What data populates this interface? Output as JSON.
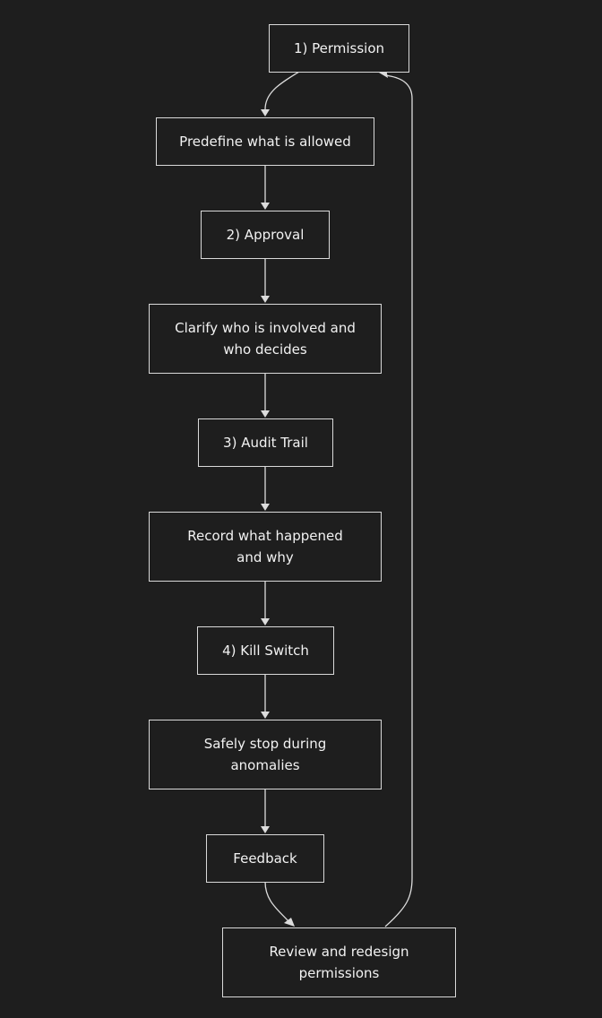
{
  "diagram": {
    "nodes": [
      {
        "id": "n1",
        "label": "1) Permission"
      },
      {
        "id": "n2",
        "label": "Predefine what is allowed"
      },
      {
        "id": "n3",
        "label": "2) Approval"
      },
      {
        "id": "n4",
        "label": "Clarify who is involved and\nwho decides"
      },
      {
        "id": "n5",
        "label": "3) Audit Trail"
      },
      {
        "id": "n6",
        "label": "Record what happened\nand why"
      },
      {
        "id": "n7",
        "label": "4) Kill Switch"
      },
      {
        "id": "n8",
        "label": "Safely stop during\nanomalies"
      },
      {
        "id": "n9",
        "label": "Feedback"
      },
      {
        "id": "n10",
        "label": "Review and redesign\npermissions"
      }
    ],
    "edges": [
      {
        "from": "n1",
        "to": "n2"
      },
      {
        "from": "n2",
        "to": "n3"
      },
      {
        "from": "n3",
        "to": "n4"
      },
      {
        "from": "n4",
        "to": "n5"
      },
      {
        "from": "n5",
        "to": "n6"
      },
      {
        "from": "n6",
        "to": "n7"
      },
      {
        "from": "n7",
        "to": "n8"
      },
      {
        "from": "n8",
        "to": "n9"
      },
      {
        "from": "n9",
        "to": "n10"
      },
      {
        "from": "n10",
        "to": "n1"
      }
    ]
  },
  "colors": {
    "background": "#1e1e1e",
    "stroke": "#d9d9d9",
    "text": "#f2f2f2"
  }
}
